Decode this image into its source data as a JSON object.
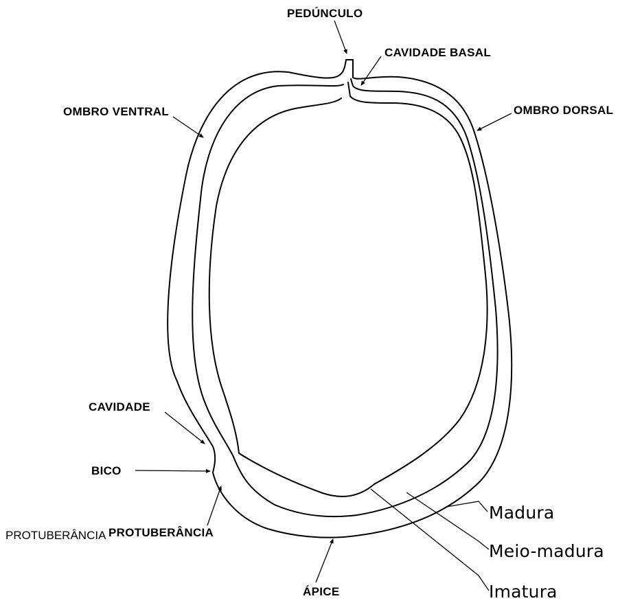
{
  "labels": {
    "peduncle": "PEDÚNCULO",
    "basal_cavity": "CAVIDADE BASAL",
    "ventral_shoulder": "OMBRO VENTRAL",
    "dorsal_shoulder": "OMBRO DORSAL",
    "cavity": "CAVIDADE",
    "beak": "BICO",
    "protuberance": "PROTUBERÂNCIA",
    "protuberance_overlay": "PROTUBERÂNCIA",
    "apex": "ÁPICE"
  },
  "stages": {
    "mature": "Madura",
    "half_mature": "Meio-madura",
    "immature": "Imatura"
  }
}
